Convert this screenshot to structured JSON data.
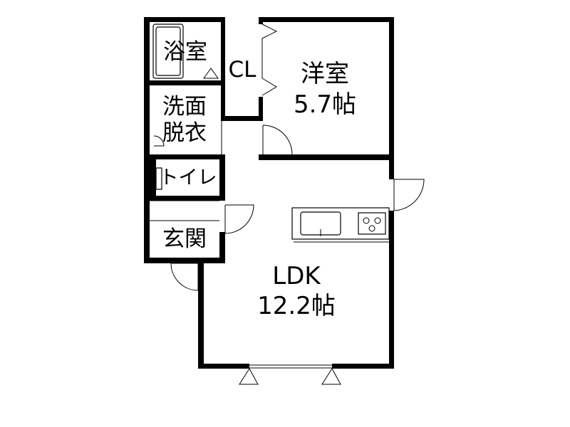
{
  "rooms": {
    "bath": {
      "name": "浴室"
    },
    "closet": {
      "name": "CL"
    },
    "western_room": {
      "name": "洋室",
      "size": "5.7帖"
    },
    "washroom": {
      "line1": "洗面",
      "line2": "脱衣"
    },
    "toilet": {
      "name": "トイレ"
    },
    "entrance": {
      "name": "玄関"
    },
    "ldk": {
      "name": "LDK",
      "size": "12.2帖"
    }
  },
  "colors": {
    "wall": "#000000",
    "background": "#ffffff"
  }
}
